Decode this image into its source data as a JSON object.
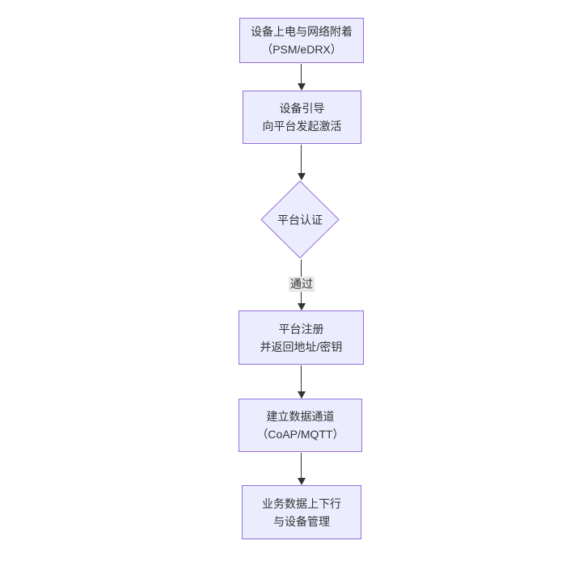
{
  "diagram": {
    "type": "flowchart-top-down",
    "colors": {
      "background": "#ffffff",
      "node_fill": "#ECECFF",
      "node_border": "#9370DB",
      "arrow": "#333333",
      "text": "#333333",
      "edge_label_bg": "#e8e8e8"
    },
    "nodes": [
      {
        "id": "power-attach",
        "shape": "rect",
        "lines": [
          "设备上电与网络附着",
          "（PSM/eDRX）"
        ]
      },
      {
        "id": "bootstrap",
        "shape": "rect",
        "lines": [
          "设备引导",
          "向平台发起激活"
        ]
      },
      {
        "id": "platform-auth",
        "shape": "diamond",
        "lines": [
          "平台认证"
        ]
      },
      {
        "id": "register",
        "shape": "rect",
        "lines": [
          "平台注册",
          "并返回地址/密钥"
        ]
      },
      {
        "id": "data-channel",
        "shape": "rect",
        "lines": [
          "建立数据通道",
          "（CoAP/MQTT）"
        ]
      },
      {
        "id": "business-data",
        "shape": "rect",
        "lines": [
          "业务数据上下行",
          "与设备管理"
        ]
      }
    ],
    "edges": [
      {
        "from": "power-attach",
        "to": "bootstrap",
        "label": ""
      },
      {
        "from": "bootstrap",
        "to": "platform-auth",
        "label": ""
      },
      {
        "from": "platform-auth",
        "to": "register",
        "label": "通过"
      },
      {
        "from": "register",
        "to": "data-channel",
        "label": ""
      },
      {
        "from": "data-channel",
        "to": "business-data",
        "label": ""
      }
    ]
  }
}
